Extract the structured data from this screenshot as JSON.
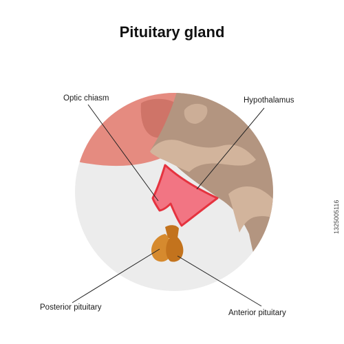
{
  "title": "Pituitary gland",
  "labels": {
    "optic_chiasm": "Optic chiasm",
    "hypothalamus": "Hypothalamus",
    "posterior_pituitary": "Posterior pituitary",
    "anterior_pituitary": "Anterior pituitary"
  },
  "stock_id": "1325005116",
  "colors": {
    "background_circle": "#ececec",
    "brain_tissue": "#b39580",
    "brain_highlight": "#d2b49c",
    "frontal_lobe": "#e58b80",
    "frontal_lobe_inner": "#cf7468",
    "hypothalamus": "#f27583",
    "hypothalamus_outline": "#e5333f",
    "posterior_pituitary": "#d68a2e",
    "anterior_pituitary": "#c3731d"
  }
}
